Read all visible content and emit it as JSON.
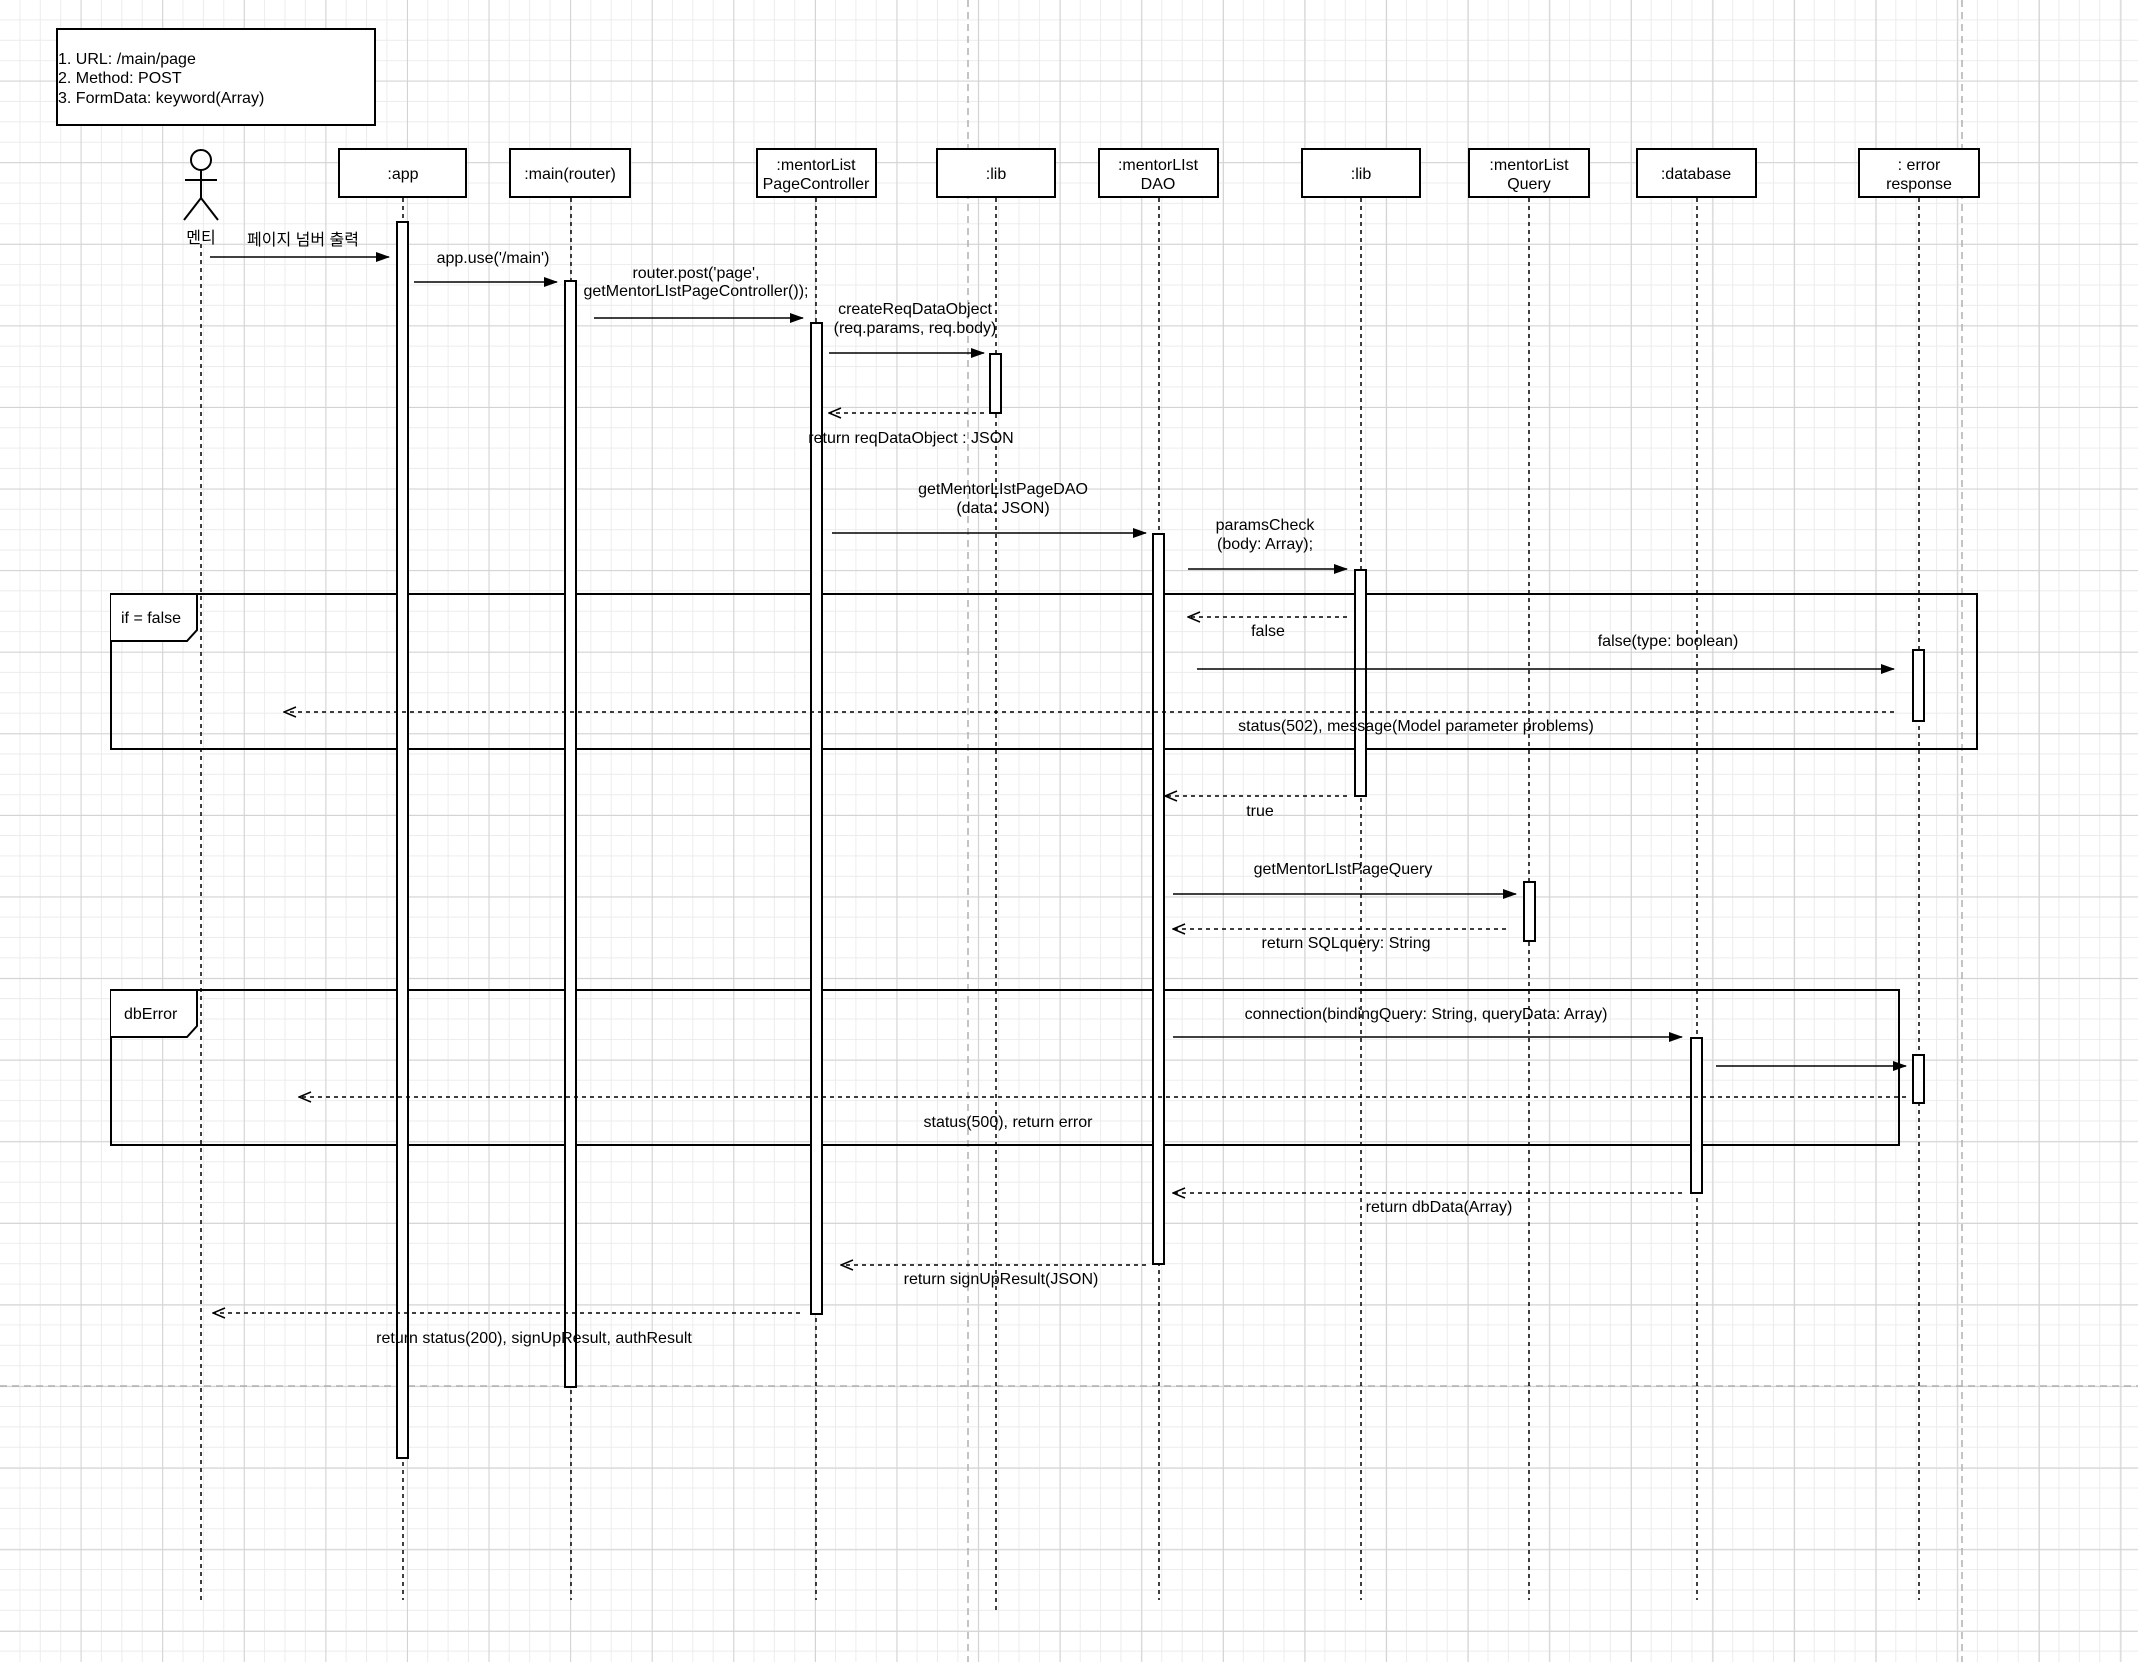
{
  "note": {
    "lines": [
      "1. URL: /main/page",
      "2. Method: POST",
      "3. FormData: keyword(Array)"
    ]
  },
  "actor": {
    "label": "멘티"
  },
  "participants": [
    {
      "id": "app",
      "label": [
        ":app"
      ]
    },
    {
      "id": "router",
      "label": [
        ":main(router)"
      ]
    },
    {
      "id": "controller",
      "label": [
        ":mentorList",
        "PageController"
      ]
    },
    {
      "id": "lib1",
      "label": [
        ":lib"
      ]
    },
    {
      "id": "dao",
      "label": [
        ":mentorLIst",
        "DAO"
      ]
    },
    {
      "id": "lib2",
      "label": [
        ":lib"
      ]
    },
    {
      "id": "query",
      "label": [
        ":mentorList",
        "Query"
      ]
    },
    {
      "id": "database",
      "label": [
        ":database"
      ]
    },
    {
      "id": "error",
      "label": [
        ": error",
        "response"
      ]
    }
  ],
  "fragments": [
    {
      "id": "if-false",
      "label": "if = false"
    },
    {
      "id": "dberror",
      "label": "dbError"
    }
  ],
  "messages": [
    {
      "id": "m1",
      "label": [
        "페이지 넘버 출력"
      ],
      "from": "actor",
      "to": "app",
      "style": "solid"
    },
    {
      "id": "m2",
      "label": [
        "app.use('/main')"
      ],
      "from": "app",
      "to": "router",
      "style": "solid"
    },
    {
      "id": "m3",
      "label": [
        "router.post('page',",
        "getMentorLIstPageController());"
      ],
      "from": "router",
      "to": "controller",
      "style": "solid"
    },
    {
      "id": "m4",
      "label": [
        "createReqDataObject",
        "(req.params, req.body)"
      ],
      "from": "controller",
      "to": "lib1",
      "style": "solid"
    },
    {
      "id": "m5",
      "label": [
        "return reqDataObject : JSON"
      ],
      "from": "lib1",
      "to": "controller",
      "style": "dashed"
    },
    {
      "id": "m6",
      "label": [
        "getMentorLIstPageDAO",
        "(data: JSON)"
      ],
      "from": "controller",
      "to": "dao",
      "style": "solid"
    },
    {
      "id": "m7",
      "label": [
        "paramsCheck",
        "(body: Array);"
      ],
      "from": "dao",
      "to": "lib2",
      "style": "solid"
    },
    {
      "id": "m8",
      "label": [
        "false"
      ],
      "from": "lib2",
      "to": "dao",
      "style": "dashed"
    },
    {
      "id": "m9",
      "label": [
        "false(type: boolean)"
      ],
      "from": "dao",
      "to": "error",
      "style": "solid"
    },
    {
      "id": "m10",
      "label": [
        "status(502), message(Model parameter problems)"
      ],
      "from": "error",
      "to": "actor",
      "style": "dashed"
    },
    {
      "id": "m11",
      "label": [
        "true"
      ],
      "from": "lib2",
      "to": "dao",
      "style": "dashed"
    },
    {
      "id": "m12",
      "label": [
        "getMentorLIstPageQuery"
      ],
      "from": "dao",
      "to": "query",
      "style": "solid"
    },
    {
      "id": "m13",
      "label": [
        "return SQLquery: String"
      ],
      "from": "query",
      "to": "dao",
      "style": "dashed"
    },
    {
      "id": "m14",
      "label": [
        "connection(bindingQuery: String, queryData: Array)"
      ],
      "from": "dao",
      "to": "database",
      "style": "solid"
    },
    {
      "id": "m15",
      "label": [],
      "from": "database",
      "to": "error",
      "style": "solid"
    },
    {
      "id": "m16",
      "label": [
        "status(500), return error"
      ],
      "from": "error",
      "to": "actor",
      "style": "dashed"
    },
    {
      "id": "m17",
      "label": [
        "return dbData(Array)"
      ],
      "from": "database",
      "to": "dao",
      "style": "dashed"
    },
    {
      "id": "m18",
      "label": [
        "return signUpResult(JSON)"
      ],
      "from": "dao",
      "to": "controller",
      "style": "dashed"
    },
    {
      "id": "m19",
      "label": [
        "return status(200), signUpResult, authResult"
      ],
      "from": "controller",
      "to": "actor",
      "style": "dashed"
    }
  ]
}
